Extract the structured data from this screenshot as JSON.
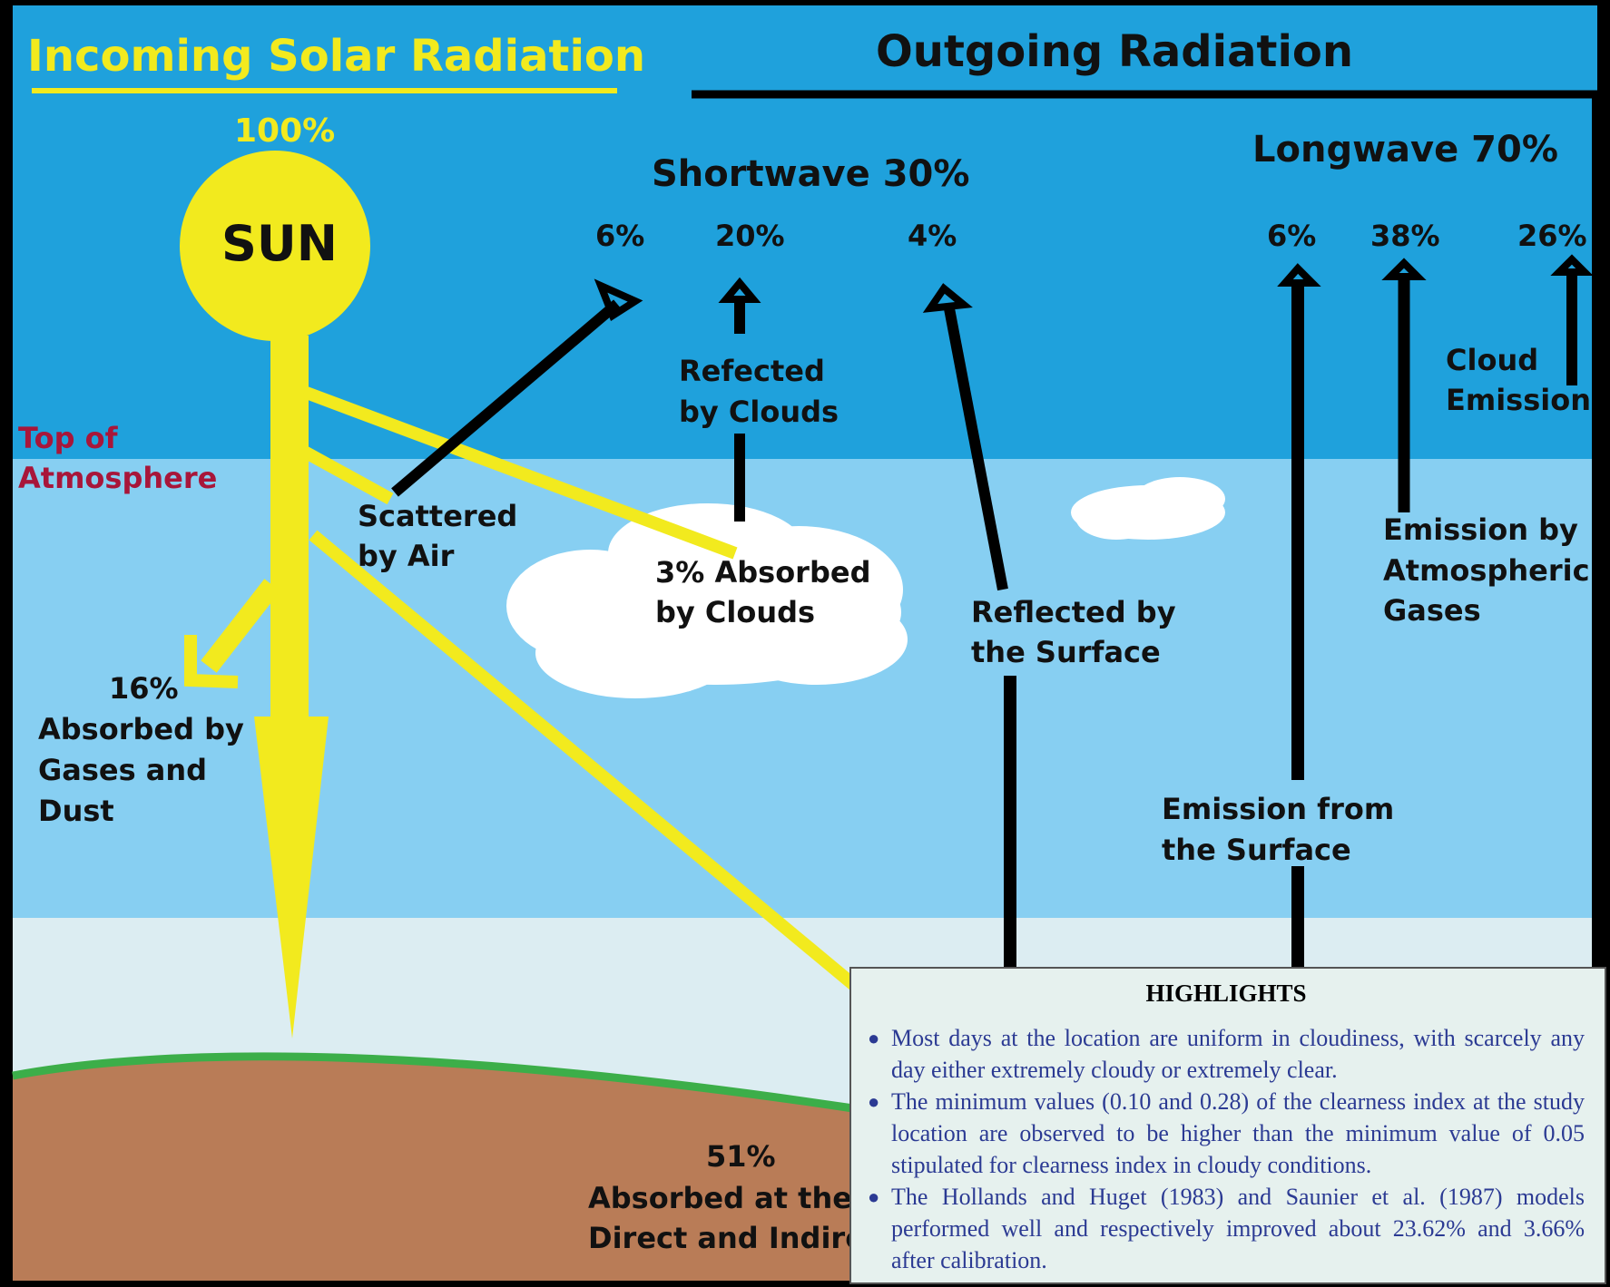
{
  "titles": {
    "incoming": "Incoming Solar Radiation",
    "outgoing": "Outgoing Radiation"
  },
  "sun": {
    "label": "SUN",
    "percent": "100%"
  },
  "shortwave": {
    "header": "Shortwave 30%",
    "scattered": {
      "percent": "6%",
      "line1": "Scattered",
      "line2": "by Air"
    },
    "clouds_reflected": {
      "percent": "20%",
      "line1": "Refected",
      "line2": "by Clouds"
    },
    "surface_reflected": {
      "percent": "4%",
      "line1": "Reflected by",
      "line2": "the Surface"
    }
  },
  "longwave": {
    "header": "Longwave 70%",
    "surface_emission": {
      "percent": "6%",
      "line1": "Emission from",
      "line2": "the Surface"
    },
    "gas_emission": {
      "percent": "38%",
      "line1": "Emission by",
      "line2": "Atmospheric",
      "line3": "Gases"
    },
    "cloud_emission": {
      "percent": "26%",
      "line1": "Cloud",
      "line2": "Emission"
    }
  },
  "atmosphere": {
    "line1": "Top of",
    "line2": "Atmosphere"
  },
  "absorbed": {
    "clouds": {
      "line1": "3% Absorbed",
      "line2": "by Clouds"
    },
    "gases": {
      "percent": "16%",
      "line1": "Absorbed by",
      "line2": "Gases and",
      "line3": "Dust"
    },
    "surface": {
      "percent": "51%",
      "line1": "Absorbed at the",
      "line2": "Direct and Indire"
    }
  },
  "highlights": {
    "title": "HIGHLIGHTS",
    "items": [
      "Most days at the location are uniform in cloudiness, with scarcely any day either extremely cloudy or extremely clear.",
      "The minimum values (0.10 and 0.28) of the clearness index at the study location are observed to be higher than the minimum value of 0.05 stipulated for clearness index in cloudy conditions.",
      "The Hollands and Huget (1983) and Saunier et al. (1987) models performed well and respectively improved about 23.62% and 3.66% after calibration."
    ]
  },
  "colors": {
    "space": "#1fa1dc",
    "atmosphere": "#87cff2",
    "lower_air": "#dcedf2",
    "ground": "#b97c57",
    "grass": "#3cae49",
    "sun": "#f2ea1e",
    "arrow": "#000000"
  }
}
